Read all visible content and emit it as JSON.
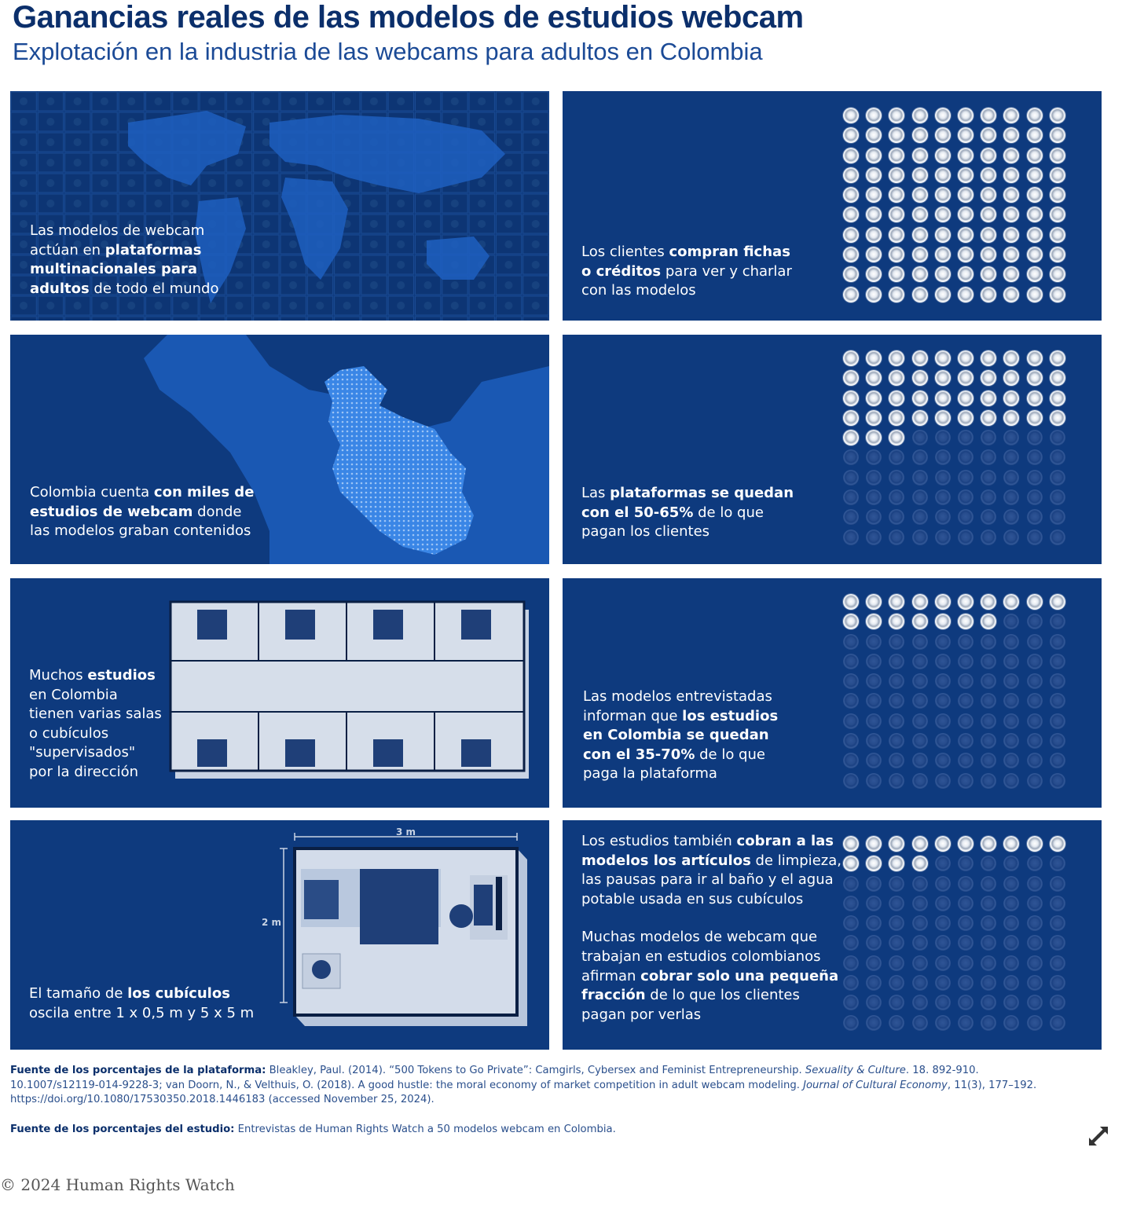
{
  "header": {
    "title": "Ganancias reales de las modelos de estudios webcam",
    "subtitle": "Explotación en la industria de las webcams para adultos en Colombia"
  },
  "panels": {
    "p1": {
      "t1": "Las modelos de webcam",
      "t2": "actúan en ",
      "t3": "plataformas",
      "t4": "multinacionales para",
      "t5": "adultos",
      "t6": " de todo el mundo"
    },
    "p2": {
      "t1": "Los clientes ",
      "t2": "compran fichas",
      "t3": "o créditos",
      "t4": " para ver y charlar",
      "t5": "con las modelos",
      "filled": 100
    },
    "p3": {
      "t1": "Colombia cuenta ",
      "t2": "con miles de",
      "t3": "estudios de webcam",
      "t4": " donde",
      "t5": "las modelos graban contenidos"
    },
    "p4": {
      "t1": "Las ",
      "t2": "plataformas se quedan",
      "t3": "con el 50-65%",
      "t4": " de lo que",
      "t5": "pagan los clientes",
      "filled": 43
    },
    "p5": {
      "t1": "Muchos ",
      "t2": "estudios",
      "t3": "en Colombia",
      "t4": "tienen varias salas",
      "t5": "o cubículos",
      "t6": "\"supervisados\"",
      "t7": "por la dirección"
    },
    "p6": {
      "t1": "Las modelos entrevistadas",
      "t2": "informan que ",
      "t3": "los estudios",
      "t4": "en Colombia se quedan",
      "t5": "con el 35-70%",
      "t6": " de lo que",
      "t7": "paga la plataforma",
      "filled": 17
    },
    "p7": {
      "t1": "El tamaño de ",
      "t2": "los cubículos",
      "t3": "oscila entre 1 x 0,5 m y 5 x 5 m",
      "dim_w": "3 m",
      "dim_h": "2 m"
    },
    "p8": {
      "t1": "Los estudios también ",
      "t2": "cobran a las",
      "t3": "modelos los artículos",
      "t4": " de limpieza,",
      "t5": "las pausas para ir al baño y el agua",
      "t6": "potable usada en sus cubículos",
      "t7": "Muchas modelos de webcam que",
      "t8": "trabajan en estudios colombianos",
      "t9": "afirman ",
      "t10": "cobrar solo una pequeña",
      "t11": "fracción",
      "t12": " de lo que los clientes",
      "t13": "pagan por verlas",
      "filled": 14
    }
  },
  "sources": {
    "platform_label": "Fuente de los porcentajes de la plataforma:",
    "platform_a": " Bleakley, Paul. (2014). “500 Tokens to Go Private”: Camgirls, Cybersex and Feminist Entrepreneurship. ",
    "platform_journal1": "Sexuality & Culture",
    "platform_b": ". 18. 892-910.",
    "platform_c": "10.1007/s12119-014-9228-3; van Doorn, N., & Velthuis, O. (2018). A good hustle: the moral economy of market competition in adult webcam modeling. ",
    "platform_journal2": "Journal of Cultural Economy",
    "platform_d": ", 11(3), 177–192.",
    "platform_e": "https://doi.org/10.1080/17530350.2018.1446183 (accessed November 25, 2024).",
    "study_label": "Fuente de los porcentajes del estudio:",
    "study_text": " Entrevistas de Human Rights Watch a 50 modelos webcam en Colombia."
  },
  "footer": {
    "copyright": "© 2024 Human Rights Watch"
  },
  "icons": {
    "expand": "expand-icon"
  },
  "colors": {
    "panel_bg": "#0e3a7e",
    "title": "#0b2f6b",
    "subtitle": "#1b4a96",
    "map_blue": "#1f64c0",
    "room_floor": "#cbd6e6"
  }
}
